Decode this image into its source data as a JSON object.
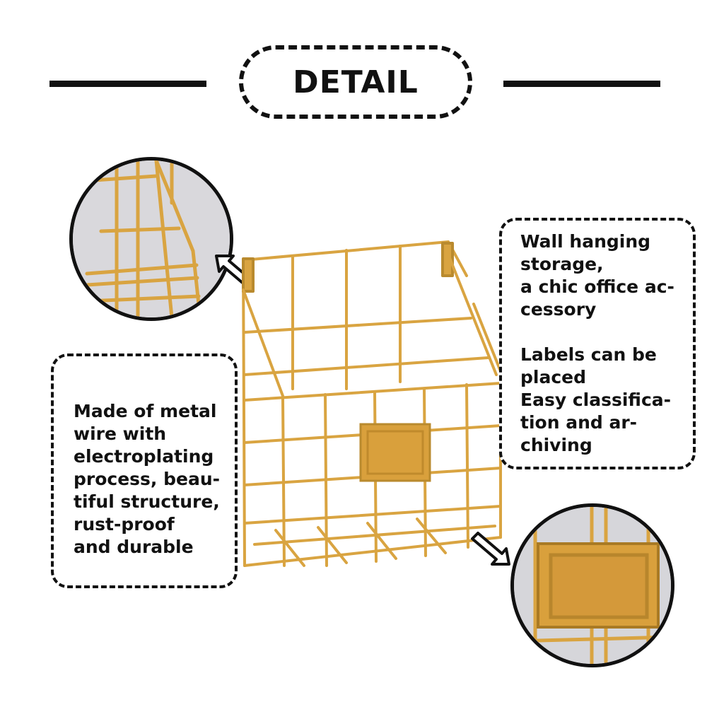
{
  "header": {
    "title": "DETAIL"
  },
  "callouts": {
    "right_block_1": "Wall hanging\nstorage,\na chic office ac-\ncessory",
    "right_block_2": "Labels can be\nplaced\nEasy classifica-\ntion and ar-\nchiving",
    "left_block": "Made of metal\nwire with\nelectroplating\nprocess, beau-\ntiful structure,\nrust-proof\nand durable"
  },
  "colors": {
    "wire_gold": "#d9a441",
    "wire_shadow": "#b98a2e",
    "label_plate": "#d9a03c",
    "zoom_background": "#d9d8dc",
    "outline": "#111111"
  },
  "icons": {
    "top_arrow": "arrow-up-left-icon",
    "bottom_arrow": "arrow-down-right-icon"
  }
}
